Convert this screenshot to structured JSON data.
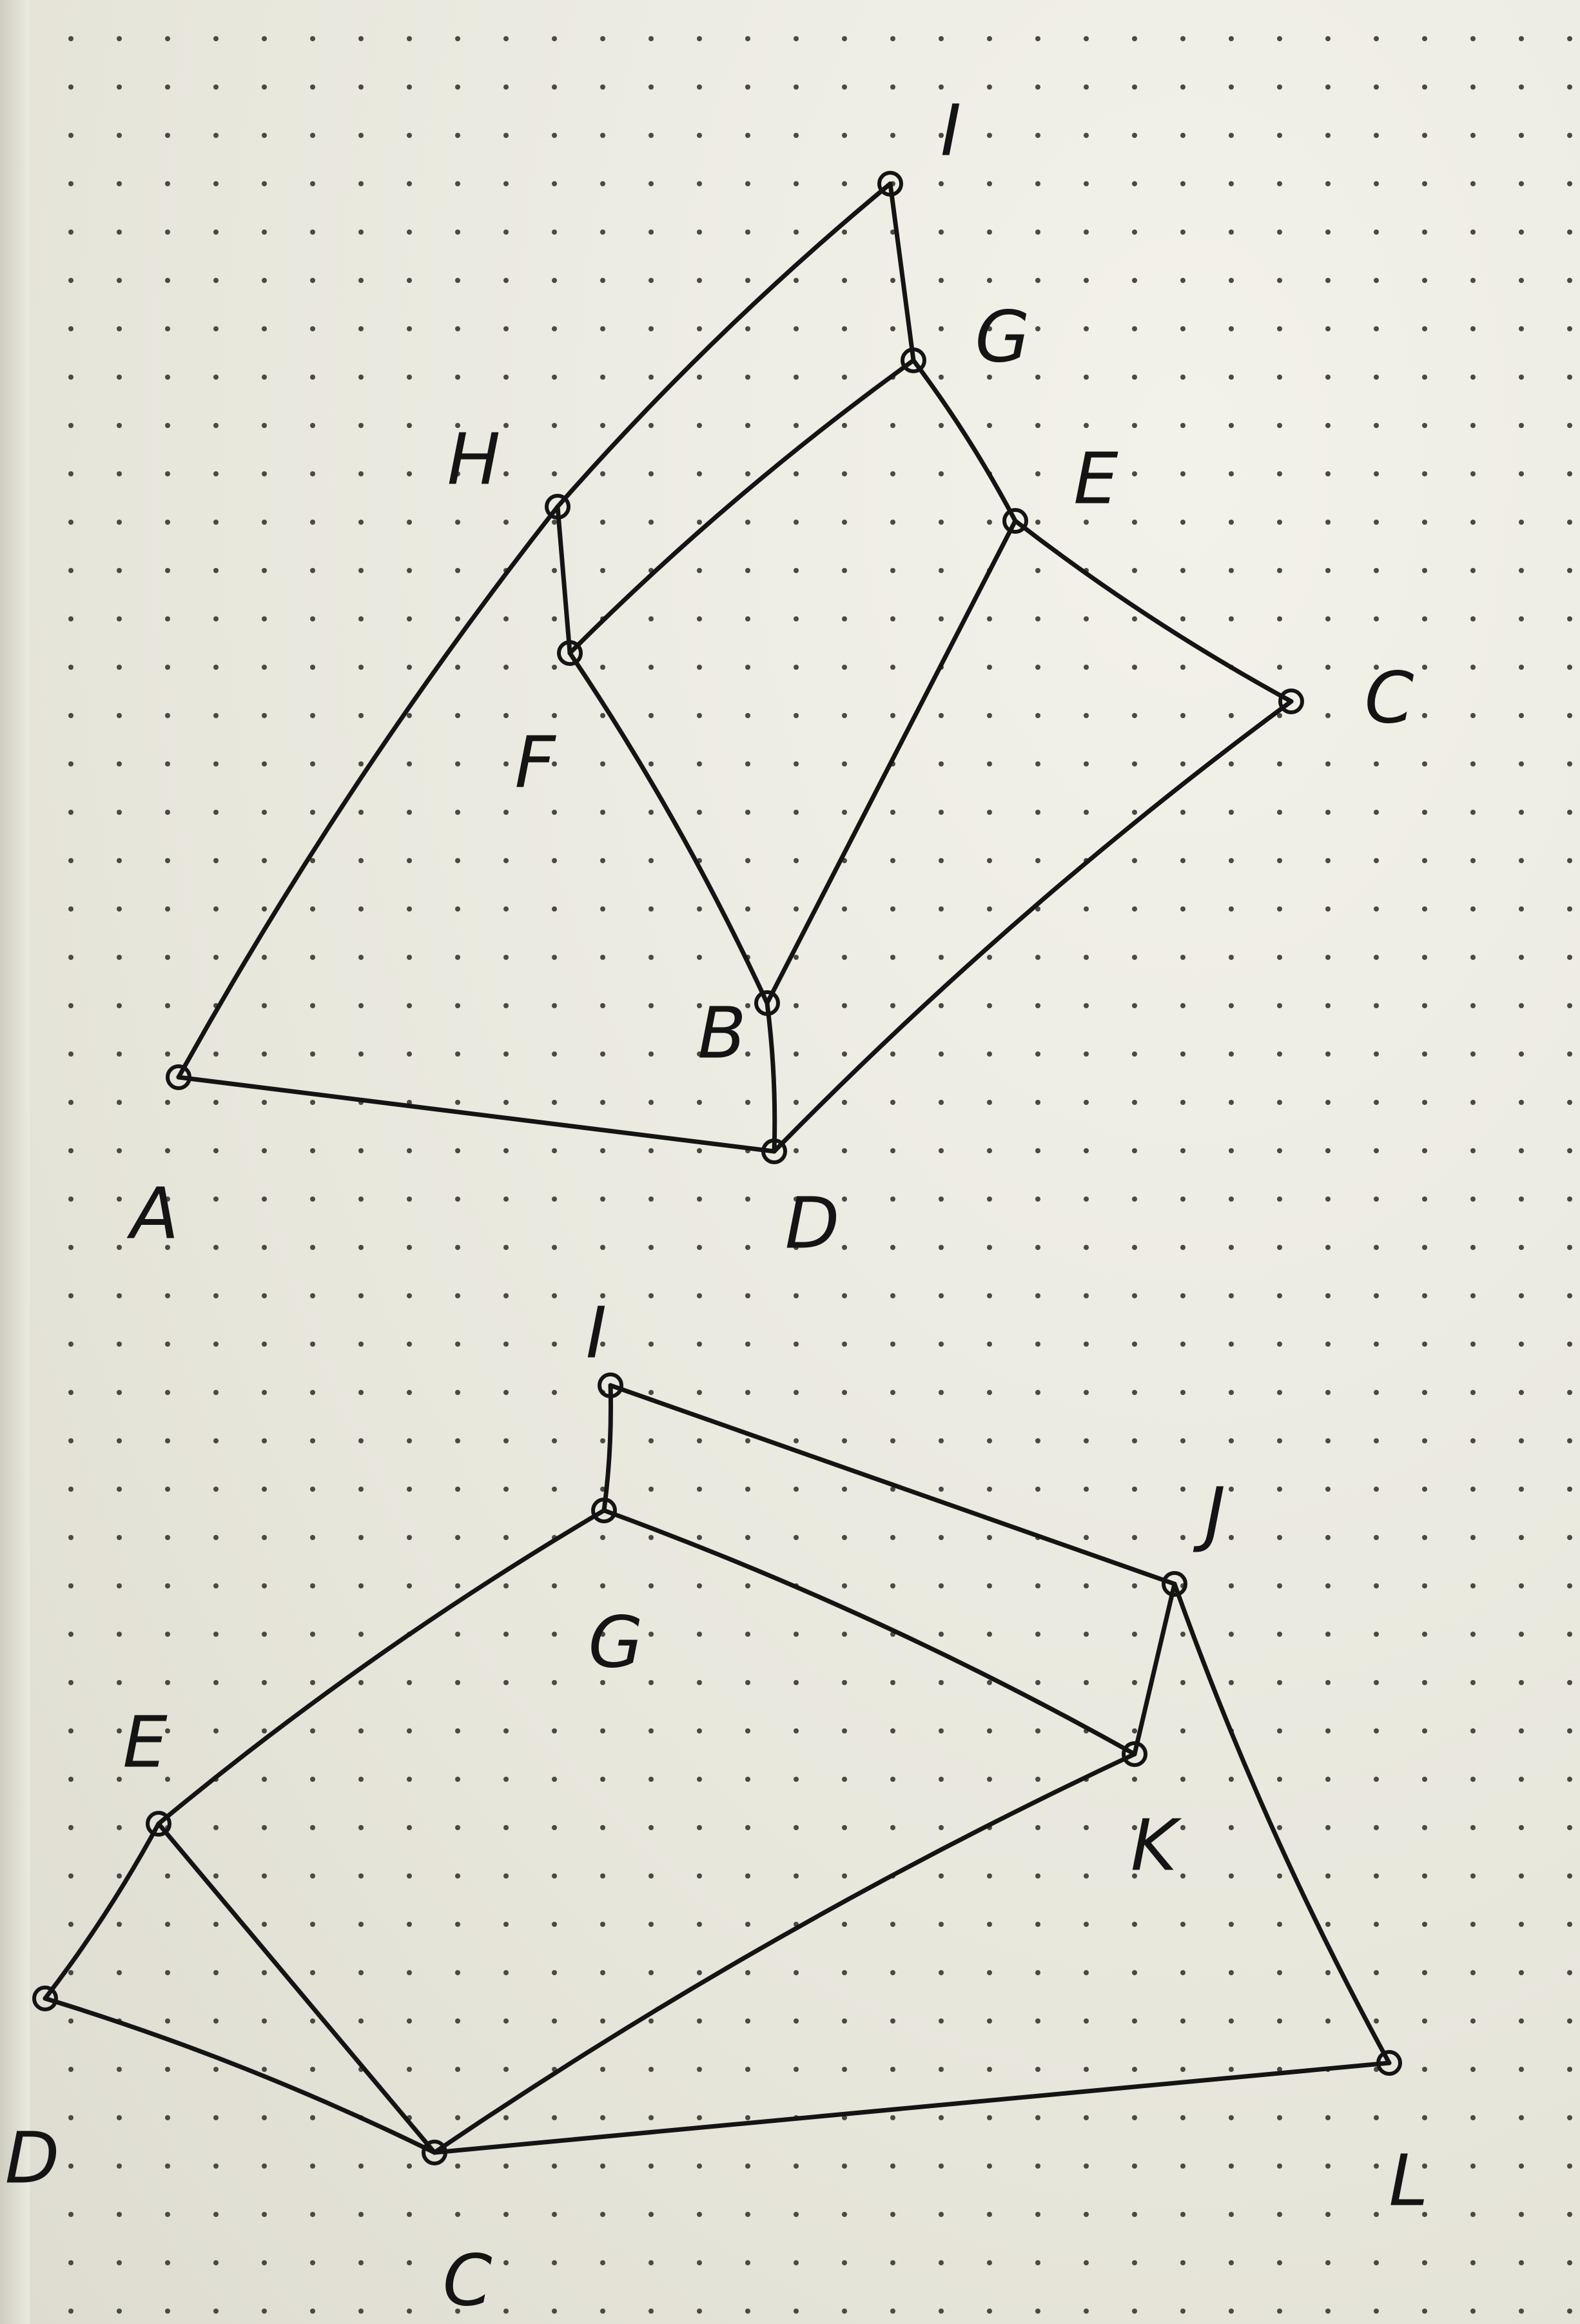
{
  "diagrams": [
    {
      "nodes": [
        {
          "id": "I",
          "label": "I"
        },
        {
          "id": "G",
          "label": "G"
        },
        {
          "id": "H",
          "label": "H"
        },
        {
          "id": "E",
          "label": "E"
        },
        {
          "id": "F",
          "label": "F"
        },
        {
          "id": "C",
          "label": "C"
        },
        {
          "id": "B",
          "label": "B"
        },
        {
          "id": "A",
          "label": "A"
        },
        {
          "id": "D",
          "label": "D"
        }
      ],
      "edges": [
        [
          "H",
          "I"
        ],
        [
          "G",
          "I"
        ],
        [
          "G",
          "F"
        ],
        [
          "G",
          "E"
        ],
        [
          "H",
          "F"
        ],
        [
          "H",
          "A"
        ],
        [
          "F",
          "B"
        ],
        [
          "E",
          "B"
        ],
        [
          "E",
          "C"
        ],
        [
          "B",
          "D"
        ],
        [
          "A",
          "D"
        ],
        [
          "C",
          "D"
        ]
      ]
    },
    {
      "nodes": [
        {
          "id": "I",
          "label": "I"
        },
        {
          "id": "G",
          "label": "G"
        },
        {
          "id": "J",
          "label": "J"
        },
        {
          "id": "E",
          "label": "E"
        },
        {
          "id": "K",
          "label": "K"
        },
        {
          "id": "D",
          "label": "D"
        },
        {
          "id": "C",
          "label": "C"
        },
        {
          "id": "L",
          "label": "L"
        }
      ],
      "edges": [
        [
          "I",
          "G"
        ],
        [
          "I",
          "J"
        ],
        [
          "G",
          "E"
        ],
        [
          "G",
          "K"
        ],
        [
          "J",
          "K"
        ],
        [
          "J",
          "L"
        ],
        [
          "E",
          "D"
        ],
        [
          "E",
          "C"
        ],
        [
          "K",
          "C"
        ],
        [
          "D",
          "C"
        ],
        [
          "C",
          "L"
        ]
      ]
    }
  ]
}
